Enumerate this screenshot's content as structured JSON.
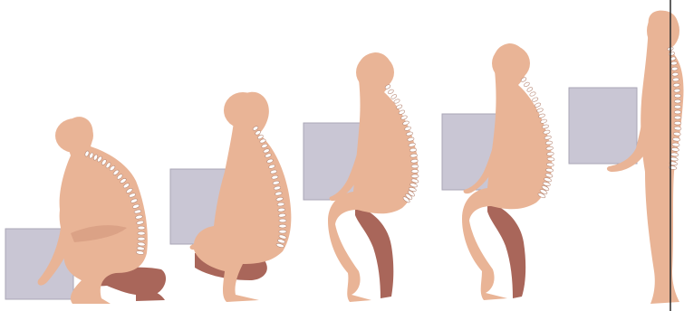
{
  "diagram": {
    "subject": "lifting-sequence",
    "stages": [
      {
        "key": "squat-grip",
        "order": 1
      },
      {
        "key": "low-lift",
        "order": 2
      },
      {
        "key": "rising-1",
        "order": 3
      },
      {
        "key": "rising-2",
        "order": 4
      },
      {
        "key": "standing",
        "order": 5
      }
    ],
    "colors": {
      "background": "#ffffff",
      "skin": "#e9b496",
      "skin_shadow": "#c4826a",
      "skin_dark": "#a9665a",
      "box_fill": "#c9c6d4",
      "box_stroke": "#a9a6b6",
      "spine": "#ffffff",
      "spine_stroke": "#b88a78",
      "plumb_line": "#2b2b2b"
    }
  }
}
